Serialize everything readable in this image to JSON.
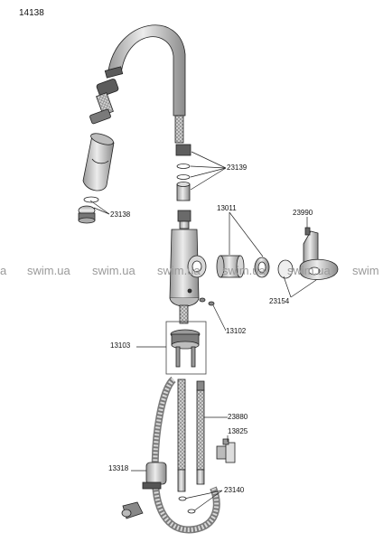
{
  "title": "14138",
  "watermark": [
    "a",
    "swim.ua",
    "swim.ua",
    "swim.ua",
    "swim.ua",
    "swim.ua",
    "swim"
  ],
  "labels": {
    "l23139": "23139",
    "l23138": "23138",
    "l13011": "13011",
    "l23990": "23990",
    "l23154": "23154",
    "l13102": "13102",
    "l13103": "13103",
    "l23880": "23880",
    "l13825": "13825",
    "l13318": "13318",
    "l23140": "23140"
  },
  "colors": {
    "body_gray": "#c8c8c8",
    "hose_gray": "#b9b9b9",
    "dark_part": "#6e6e6e",
    "watermark": "#9a9a9a"
  }
}
